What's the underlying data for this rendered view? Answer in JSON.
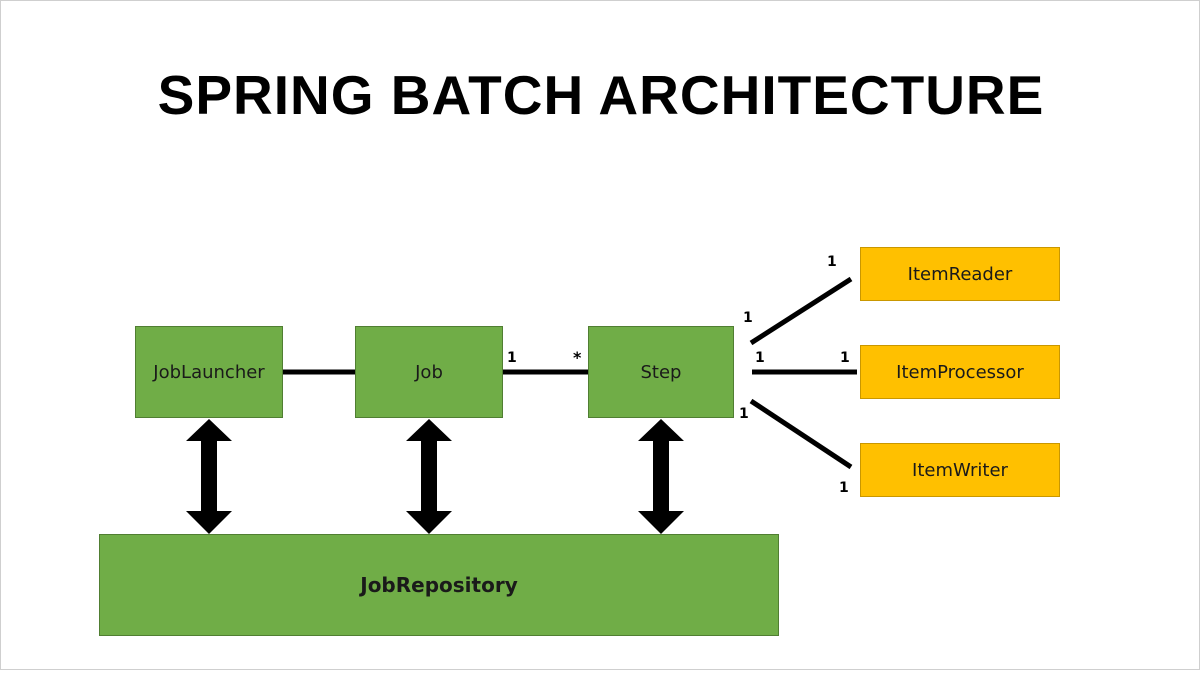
{
  "title": "SPRING BATCH ARCHITECTURE",
  "components": {
    "job_launcher": "JobLauncher",
    "job": "Job",
    "step": "Step",
    "job_repository": "JobRepository",
    "item_reader": "ItemReader",
    "item_processor": "ItemProcessor",
    "item_writer": "ItemWriter"
  },
  "multiplicities": {
    "job_step_job_end": "1",
    "job_step_step_end": "*",
    "step_reader_step_end": "1",
    "step_reader_reader_end": "1",
    "step_processor_step_end": "1",
    "step_processor_processor_end": "1",
    "step_writer_step_end": "1",
    "step_writer_writer_end": "1"
  },
  "colors": {
    "core_component": "#70ad47",
    "item_component": "#ffc000",
    "connector": "#000000"
  }
}
